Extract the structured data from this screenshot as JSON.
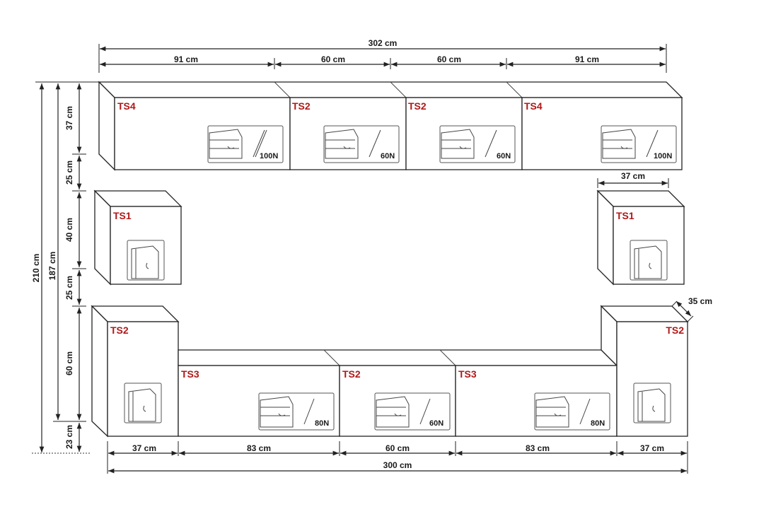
{
  "dimensions": {
    "total_top_width": "302 cm",
    "top_segments": [
      "91 cm",
      "60 cm",
      "60 cm",
      "91 cm"
    ],
    "total_bottom_width": "300 cm",
    "bottom_segments": [
      "37 cm",
      "83 cm",
      "60 cm",
      "83 cm",
      "37 cm"
    ],
    "right_cabinet_width": "37 cm",
    "depth": "35 cm",
    "total_height": "210 cm",
    "inner_height": "187 cm",
    "vertical_segments": [
      "37 cm",
      "25 cm",
      "40 cm",
      "25 cm",
      "60 cm",
      "23 cm"
    ]
  },
  "cabinets": {
    "top_row": [
      {
        "code": "TS4",
        "force": "100N"
      },
      {
        "code": "TS2",
        "force": "60N"
      },
      {
        "code": "TS2",
        "force": "60N"
      },
      {
        "code": "TS4",
        "force": "100N"
      }
    ],
    "middle_left": {
      "code": "TS1"
    },
    "middle_right": {
      "code": "TS1"
    },
    "bottom_left": {
      "code": "TS2"
    },
    "bottom_right": {
      "code": "TS2"
    },
    "bottom_row": [
      {
        "code": "TS3",
        "force": "80N"
      },
      {
        "code": "TS2",
        "force": "60N"
      },
      {
        "code": "TS3",
        "force": "80N"
      }
    ]
  },
  "colors": {
    "code_label": "#b01818",
    "line": "#222222"
  }
}
